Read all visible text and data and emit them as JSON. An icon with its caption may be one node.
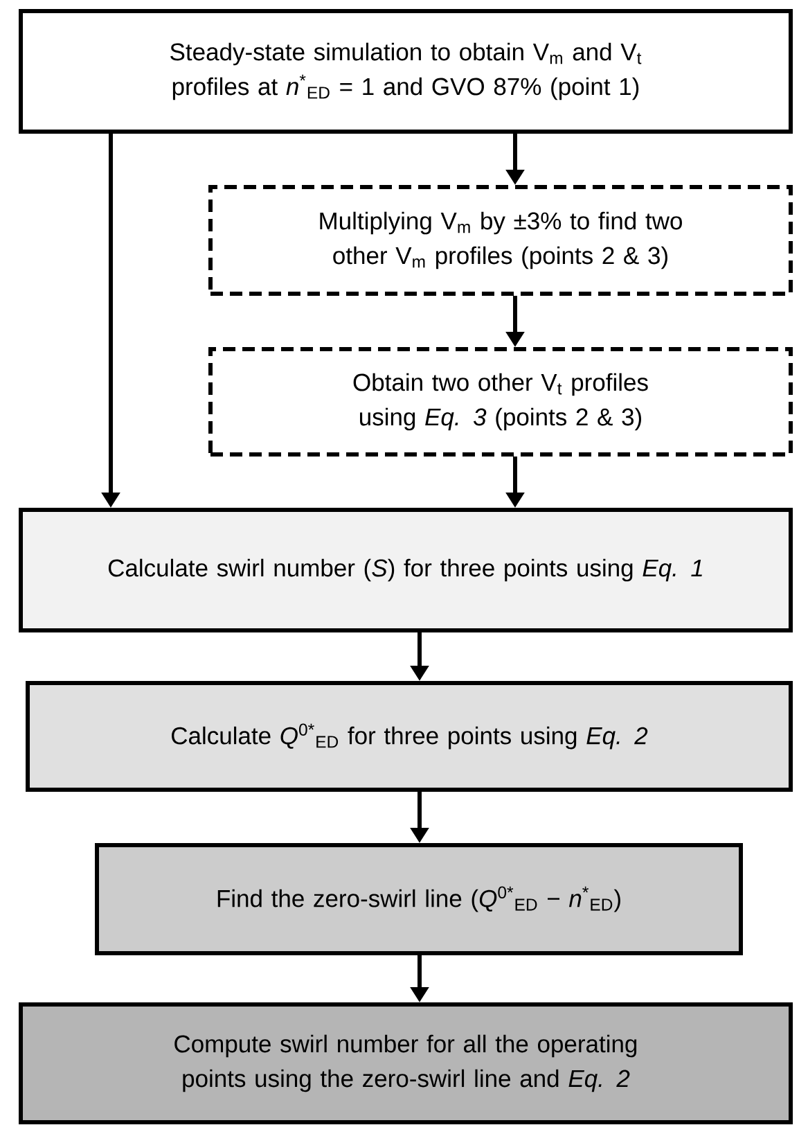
{
  "diagram": {
    "nodes": [
      {
        "text": [
          "Steady-state simulation to obtain V$_{m}$ and V$_{t}$ profiles at *n*$^{*}$$_{ED}$ = 1 and GVO 87% (point 1)"
        ]
      },
      {
        "text": [
          "Multiplying V$_{m}$ by ±3% to find two other V$_{m}$ profiles (points 2 & 3)"
        ]
      },
      {
        "text": [
          "Obtain two other V$_{t}$ profiles using *Eq. 3* (points 2 & 3)"
        ]
      },
      {
        "text": [
          "Calculate swirl number (*S*) for three points using *Eq. 1*"
        ]
      },
      {
        "text": [
          "Calculate *Q*$^{0*}$$_{ED}$ for three points using *Eq. 2*"
        ]
      },
      {
        "text": [
          "Find the zero-swirl line (*Q*$^{0*}$$_{ED}$ − *n*$^{*}$$_{ED}$)"
        ]
      },
      {
        "text": [
          "Compute swirl number for all the operating points using the zero-swirl line and *Eq. 2*"
        ]
      }
    ],
    "edges": [
      {
        "from": 0,
        "to": 1,
        "arrow": "to"
      },
      {
        "from": 1,
        "to": 2,
        "arrow": "to"
      },
      {
        "from": 0,
        "to": 3,
        "arrow": "to"
      },
      {
        "from": 2,
        "to": 3,
        "arrow": "to"
      },
      {
        "from": 3,
        "to": 4,
        "arrow": "to"
      },
      {
        "from": 4,
        "to": 5,
        "arrow": "to"
      },
      {
        "from": 5,
        "to": 6,
        "arrow": "to"
      }
    ]
  }
}
